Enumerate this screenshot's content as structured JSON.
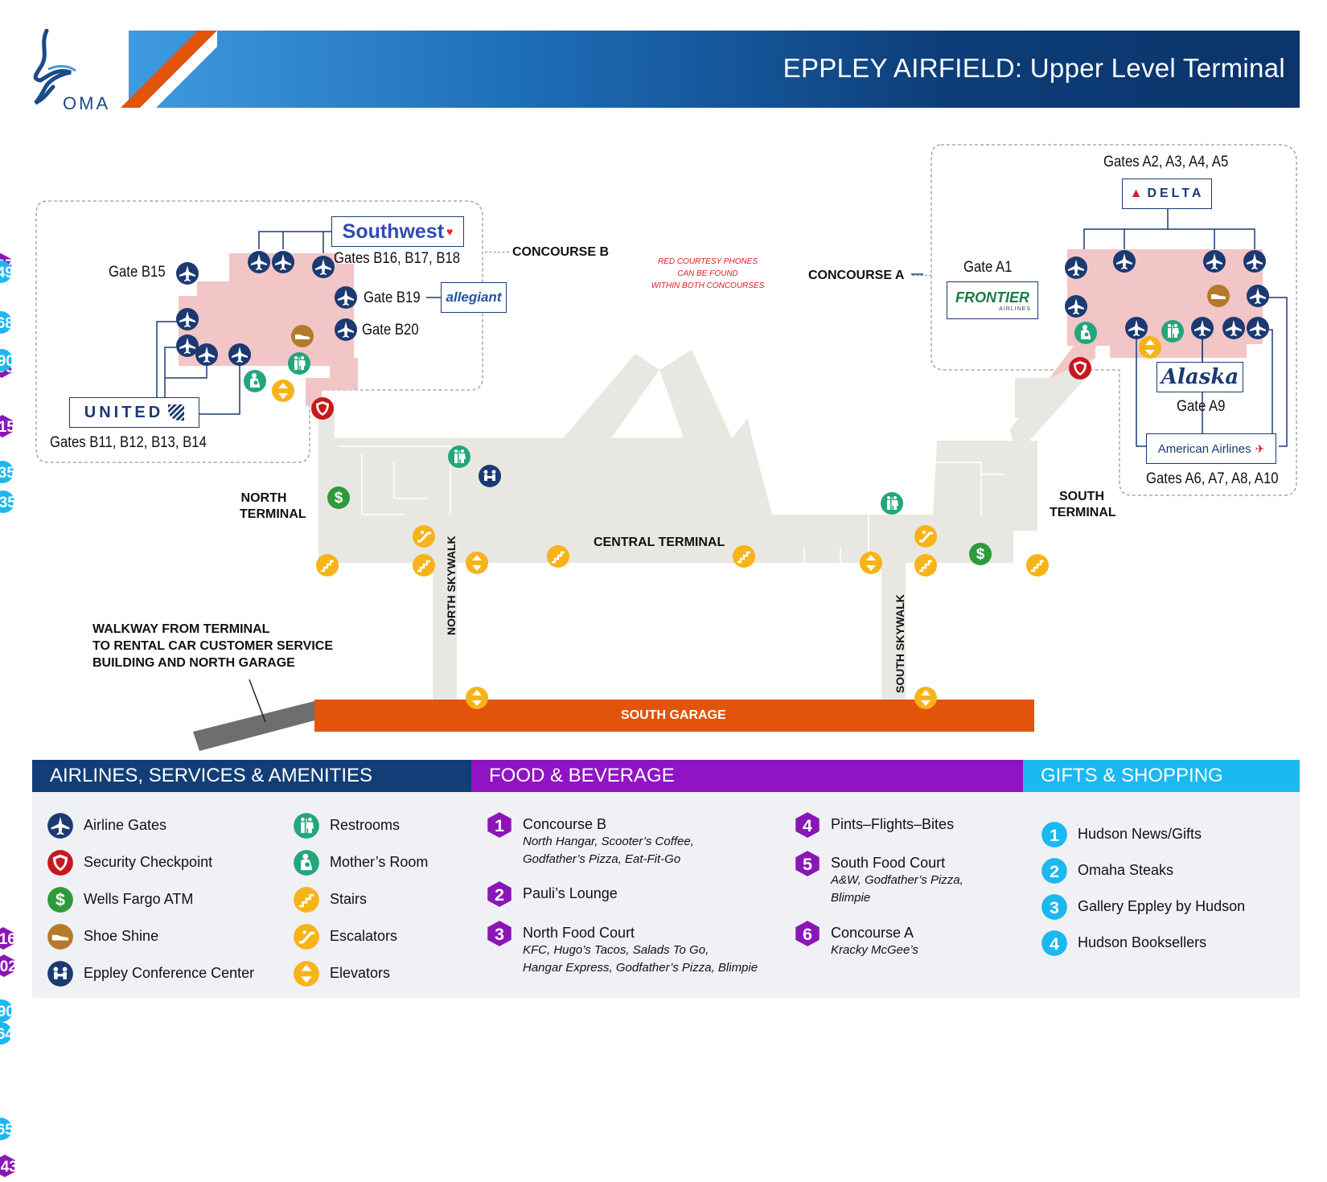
{
  "header": {
    "title": "EPPLEY AIRFIELD:  Upper Level Terminal",
    "logo_text": "OMA"
  },
  "colors": {
    "navy": "#1b3a72",
    "gold": "#f7b318",
    "purple": "#8b16b8",
    "cyan": "#14b2ee",
    "green": "#23a67b",
    "red": "#c8171d",
    "brown": "#b47a2a",
    "orange": "#e3540b",
    "teal_cyan": "#1cb8f0",
    "floor": "#e9e7e2",
    "concourse_pink": "#f2c5c7"
  },
  "map": {
    "concourse_b": "CONCOURSE B",
    "concourse_a": "CONCOURSE A",
    "north_terminal": [
      "NORTH",
      "TERMINAL"
    ],
    "south_terminal": [
      "SOUTH",
      "TERMINAL"
    ],
    "central_terminal": "CENTRAL TERMINAL",
    "north_skywalk": "NORTH SKYWALK",
    "south_skywalk": "SOUTH SKYWALK",
    "south_garage": "SOUTH GARAGE",
    "walkway": [
      "WALKWAY FROM TERMINAL",
      "TO RENTAL CAR CUSTOMER SERVICE",
      "BUILDING AND NORTH GARAGE"
    ],
    "phones_note": [
      "RED COURTESY PHONES",
      "CAN BE FOUND",
      "WITHIN BOTH CONCOURSES"
    ],
    "gates": {
      "b15": "Gate B15",
      "b16_18": "Gates B16, B17, B18",
      "b19": "Gate B19",
      "b20": "Gate B20",
      "b11_14": "Gates B11, B12, B13, B14",
      "a1": "Gate A1",
      "a2_5": "Gates A2, A3, A4, A5",
      "a9": "Gate A9",
      "a6_10": "Gates A6, A7, A8, A10"
    },
    "airlines": {
      "southwest": "Southwest",
      "allegiant": "allegiant",
      "united": "UNITED",
      "delta": "DELTA",
      "frontier": "FRONTIER",
      "frontier_sub": "AIRLINES",
      "alaska": "Alaska",
      "american": "American Airlines"
    }
  },
  "legend": {
    "services": {
      "heading": "AIRLINES, SERVICES & AMENITIES",
      "items": [
        {
          "icon": "plane-icon",
          "label": "Airline Gates"
        },
        {
          "icon": "shield-icon",
          "label": "Security Checkpoint"
        },
        {
          "icon": "dollar-icon",
          "label": "Wells Fargo ATM"
        },
        {
          "icon": "shoe-icon",
          "label": "Shoe Shine"
        },
        {
          "icon": "conference-icon",
          "label": "Eppley Conference Center"
        },
        {
          "icon": "restroom-icon",
          "label": "Restrooms"
        },
        {
          "icon": "mother-icon",
          "label": "Mother’s Room"
        },
        {
          "icon": "stairs-icon",
          "label": "Stairs"
        },
        {
          "icon": "escalator-icon",
          "label": "Escalators"
        },
        {
          "icon": "elevator-icon",
          "label": "Elevators"
        }
      ]
    },
    "food": {
      "heading": "FOOD & BEVERAGE",
      "items": [
        {
          "num": "1",
          "label": "Concourse B",
          "sub": [
            "North Hangar, Scooter’s Coffee,",
            "Godfather’s Pizza, Eat-Fit-Go"
          ]
        },
        {
          "num": "2",
          "label": "Pauli’s Lounge",
          "sub": []
        },
        {
          "num": "3",
          "label": "North Food Court",
          "sub": [
            "KFC, Hugo’s Tacos, Salads To Go,",
            "Hangar Express, Godfather’s Pizza, Blimpie"
          ]
        },
        {
          "num": "4",
          "label": "Pints–Flights–Bites",
          "sub": []
        },
        {
          "num": "5",
          "label": "South Food Court",
          "sub": [
            "A&W, Godfather’s Pizza,",
            "Blimpie"
          ]
        },
        {
          "num": "6",
          "label": "Concourse A",
          "sub": [
            "Kracky McGee’s"
          ]
        }
      ]
    },
    "gifts": {
      "heading": "GIFTS & SHOPPING",
      "items": [
        {
          "num": "1",
          "label": "Hudson News/Gifts"
        },
        {
          "num": "2",
          "label": "Omaha Steaks"
        },
        {
          "num": "3",
          "label": "Gallery Eppley by Hudson"
        },
        {
          "num": "4",
          "label": "Hudson Booksellers"
        }
      ]
    }
  }
}
